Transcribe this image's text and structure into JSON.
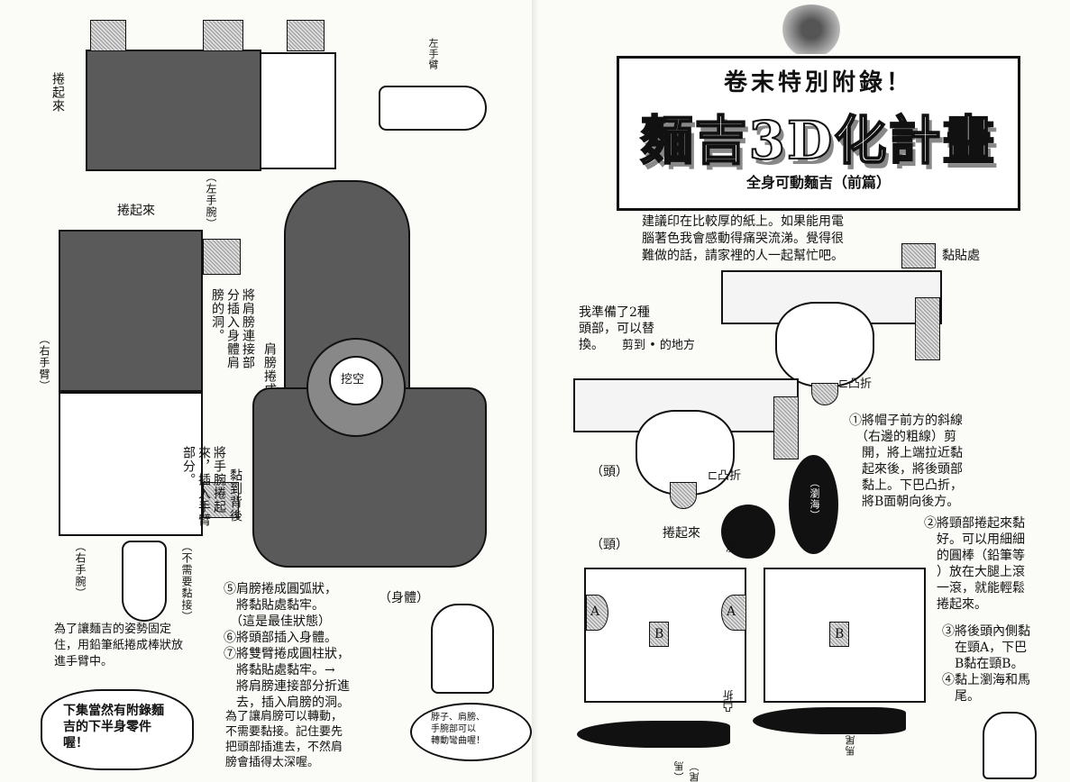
{
  "left_page": {
    "roll_up_1": "捲起來",
    "roll_up_2": "捲起來",
    "left_arm": "左手臂",
    "left_wrist": "（左手腕）",
    "right_arm": "（右手臂）",
    "right_wrist": "（右手腕）",
    "insert_shoulder": "將肩膀連接部分插入身體肩膀的洞。",
    "shoulder_curve": "肩膀捲成圓弧狀",
    "cut_out": "挖空",
    "glue_back": "黏到背後",
    "roll_wrist": "將手腕捲起來，插入手臂部分。",
    "no_glue": "（不需要黏接）",
    "pencil_note": "為了讓麵吉的姿勢固定住，用鉛筆紙捲成棒狀放進手臂中。",
    "next_issue": "下集當然有附錄麵吉的下半身零件喔！",
    "body_label": "（身體）",
    "steps": [
      "⑤肩膀捲成圓弧狀，\n　將黏貼處黏牢。\n　（這是最佳狀態）",
      "⑥將頭部插入身體。",
      "⑦將雙臂捲成圓柱狀，\n　將黏貼處黏牢。→\n　將肩膀連接部分折進\n　去，插入肩膀的洞。"
    ],
    "paren_note": "為了讓肩膀可以轉動，\n不需要黏接。記住要先\n把頭部插進去，不然肩\n膀會插得太深喔。",
    "bubble": "脖子、肩膀、\n手腕部可以\n轉動彎曲喔！"
  },
  "right_page": {
    "title_top": "卷末特別附錄！",
    "title_main": "麵吉3D化計畫",
    "subtitle": "全身可動麵吉（前篇）",
    "intro": "建議印在比較厚的紙上。如果能用電\n腦著色我會感動得痛哭流涕。覺得很\n難做的話，請家裡的人一起幫忙吧。",
    "legend": "黏貼處",
    "two_heads": "我準備了2種\n頭部，可以替\n換。",
    "cut_to": "剪到 • 的地方",
    "fold_1": "⊏凸折",
    "fold_2": "⊏凸折",
    "head_1": "（頭）",
    "head_2": "（頸）",
    "roll_up": "捲起來",
    "bangs_1": "瀏海",
    "bangs_2": "（瀏海）",
    "fold_ponytail": "凸折",
    "ponytail_1": "（馬尾）",
    "ponytail_2": "馬尾",
    "steps": [
      "①將帽子前方的斜線\n　（右邊的粗線）剪\n　開，將上端拉近黏\n　起來後，將後頭部\n　黏上。下巴凸折，\n　將B面朝向後方。",
      "②將頸部捲起來黏\n　好。可以用細細\n　的圓棒（鉛筆等\n　）放在大腿上滾\n　一滾，就能輕鬆\n　捲起來。",
      "③將後頭內側黏\n　在頸A，下巴\n　B黏在頸B。\n④黏上瀏海和馬\n　尾。"
    ],
    "marks": {
      "a": "A",
      "b": "B"
    }
  }
}
